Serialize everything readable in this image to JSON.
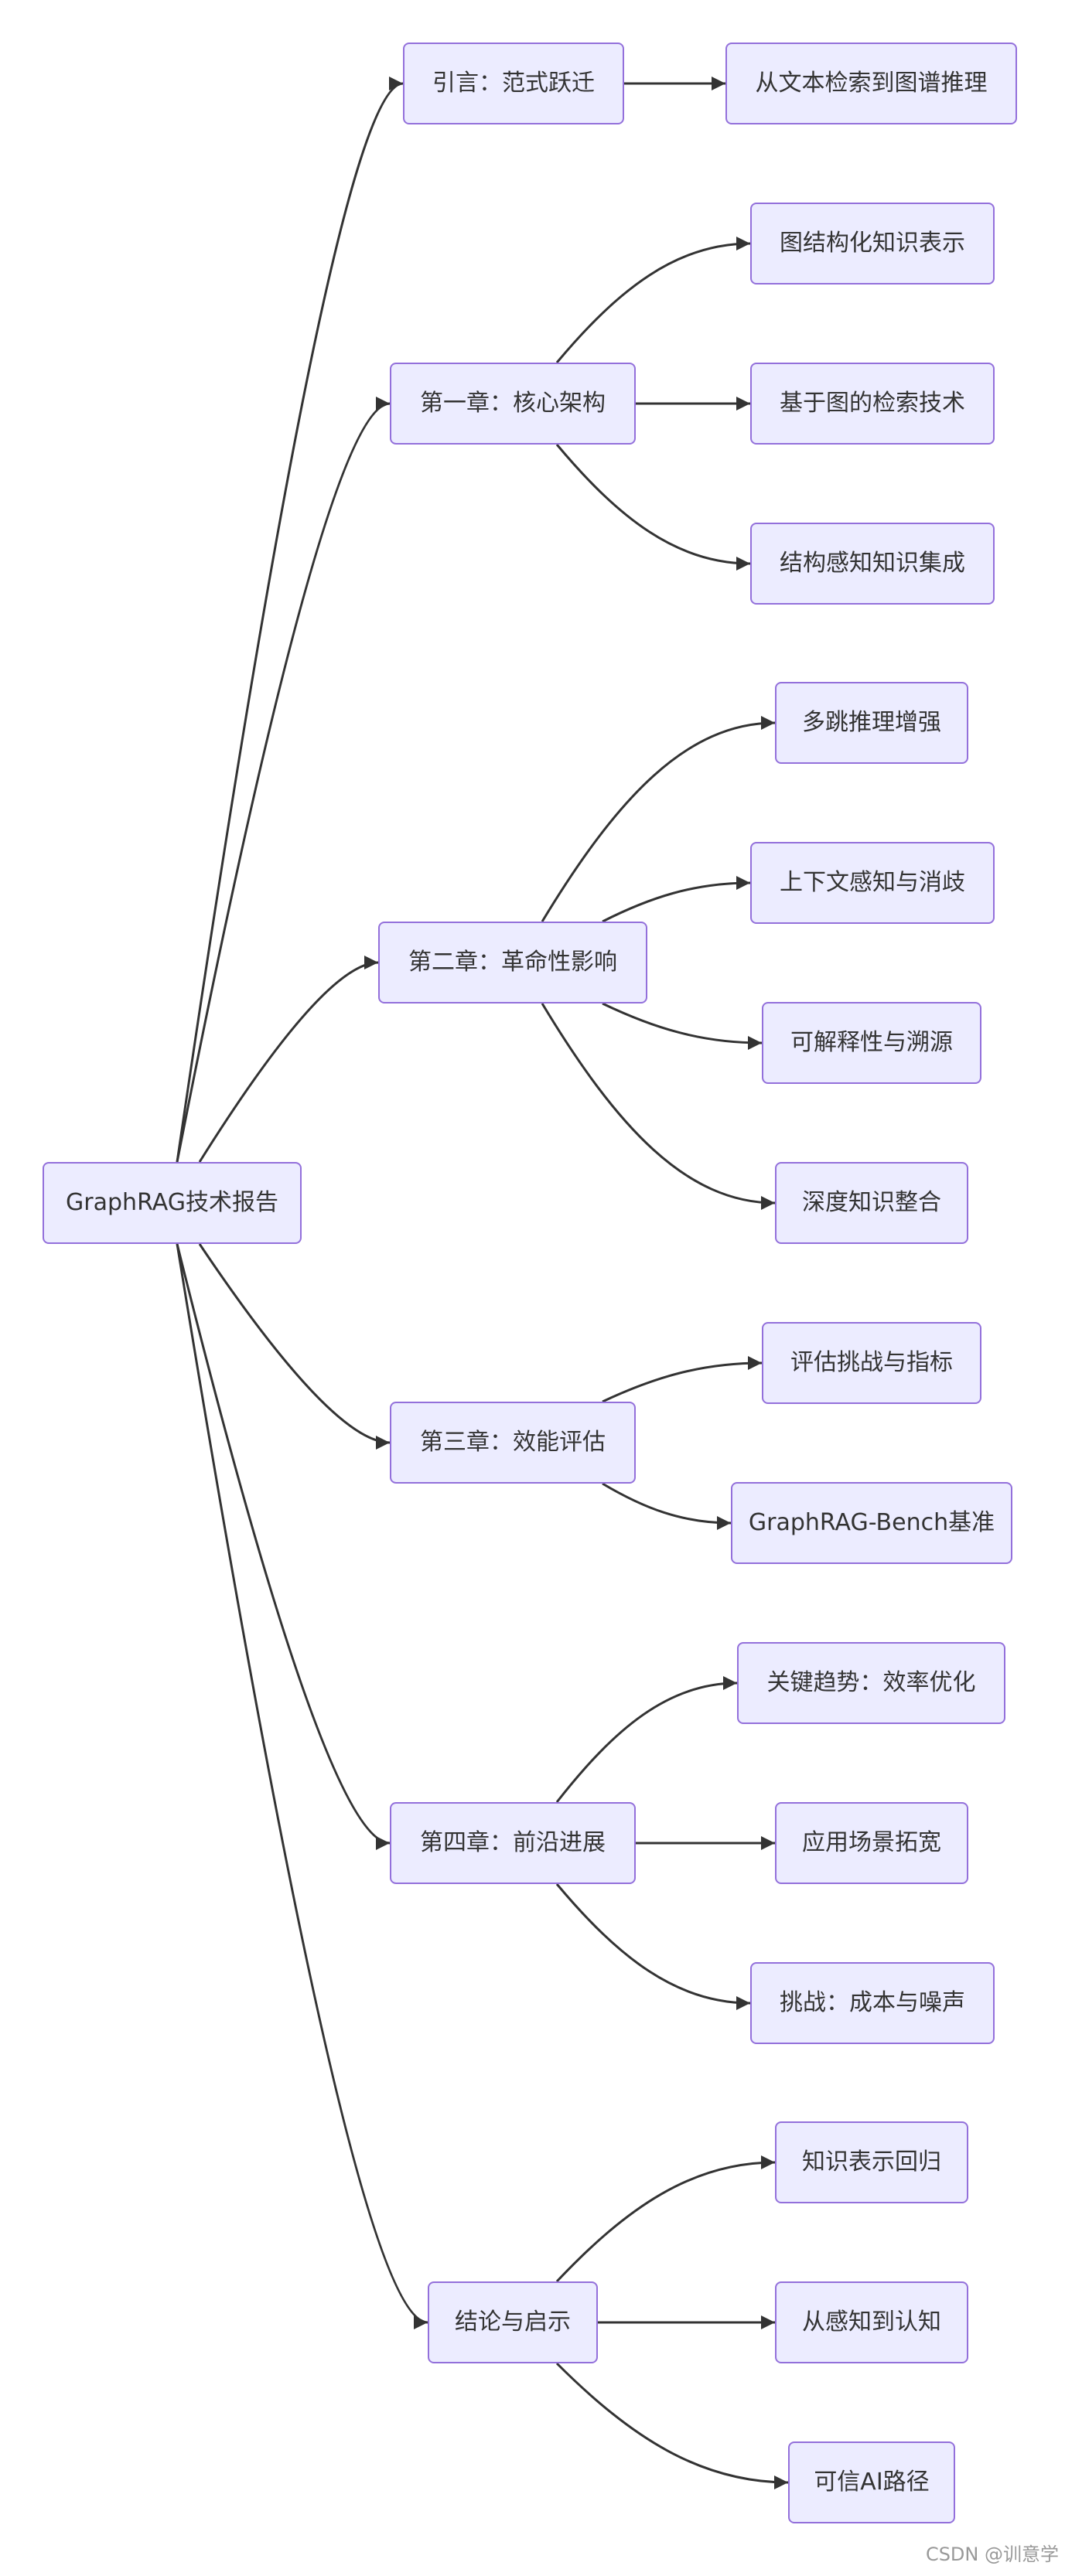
{
  "diagram": {
    "root": {
      "label": "GraphRAG技术报告"
    },
    "branches": [
      {
        "label": "引言：范式跃迁",
        "children": [
          "从文本检索到图谱推理"
        ]
      },
      {
        "label": "第一章：核心架构",
        "children": [
          "图结构化知识表示",
          "基于图的检索技术",
          "结构感知知识集成"
        ]
      },
      {
        "label": "第二章：革命性影响",
        "children": [
          "多跳推理增强",
          "上下文感知与消歧",
          "可解释性与溯源",
          "深度知识整合"
        ]
      },
      {
        "label": "第三章：效能评估",
        "children": [
          "评估挑战与指标",
          "GraphRAG-Bench基准"
        ]
      },
      {
        "label": "第四章：前沿进展",
        "children": [
          "关键趋势：效率优化",
          "应用场景拓宽",
          "挑战：成本与噪声"
        ]
      },
      {
        "label": "结论与启示",
        "children": [
          "知识表示回归",
          "从感知到认知",
          "可信AI路径"
        ]
      }
    ]
  },
  "colors": {
    "node_fill": "#ECECFF",
    "node_border": "#9370DB",
    "edge": "#333333",
    "text": "#333333",
    "watermark": "#999999"
  },
  "watermark": "CSDN @训意学"
}
